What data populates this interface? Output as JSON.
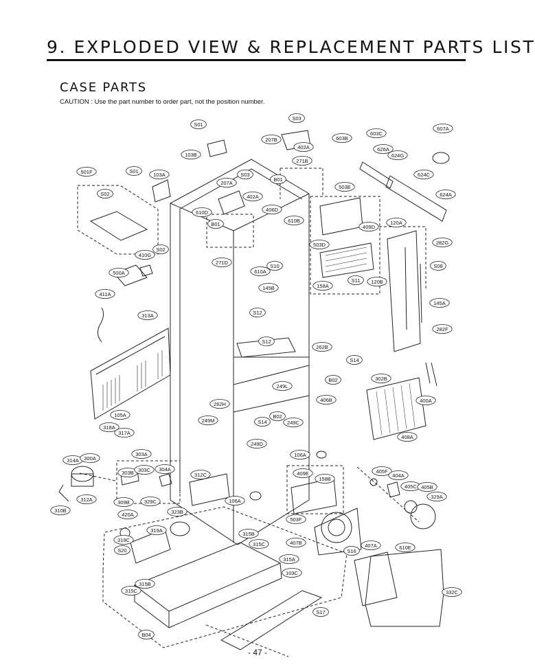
{
  "header": {
    "title": "9. EXPLODED VIEW & REPLACEMENT PARTS LIST",
    "section": "CASE PARTS",
    "caution": "CAUTION : Use the part number to order part, not the position number."
  },
  "footer": {
    "page_number": "- 47 -"
  },
  "parts": [
    "S03",
    "S01",
    "207B",
    "402A",
    "603B",
    "603C",
    "607A",
    "103B",
    "626A",
    "624G",
    "271B",
    "501F",
    "S01",
    "103A",
    "S03",
    "B01",
    "624C",
    "S02",
    "207A",
    "503E",
    "624A",
    "402A",
    "610D",
    "406D",
    "610B",
    "120A",
    "409D",
    "B01",
    "282G",
    "503D",
    "410G",
    "S02",
    "271D",
    "S10",
    "S08",
    "500A",
    "610A",
    "S11",
    "120B",
    "145B",
    "158A",
    "411A",
    "145A",
    "S12",
    "313A",
    "282F",
    "S12",
    "262B",
    "S14",
    "B02",
    "302B",
    "249L",
    "262H",
    "406B",
    "400A",
    "105A",
    "249M",
    "S14",
    "B02",
    "249C",
    "318A",
    "317A",
    "408A",
    "249D",
    "303A",
    "106A",
    "314A",
    "300A",
    "405F",
    "303B",
    "303C",
    "304A",
    "312C",
    "409E",
    "404A",
    "158B",
    "405C",
    "405B",
    "312A",
    "329A",
    "309B",
    "329C",
    "106A",
    "310B",
    "420A",
    "323B",
    "503F",
    "319A",
    "315B",
    "319C",
    "407B",
    "407A",
    "315C",
    "S20",
    "S16",
    "610E",
    "315A",
    "103C",
    "315B",
    "315C",
    "332C",
    "S17",
    "B04"
  ]
}
